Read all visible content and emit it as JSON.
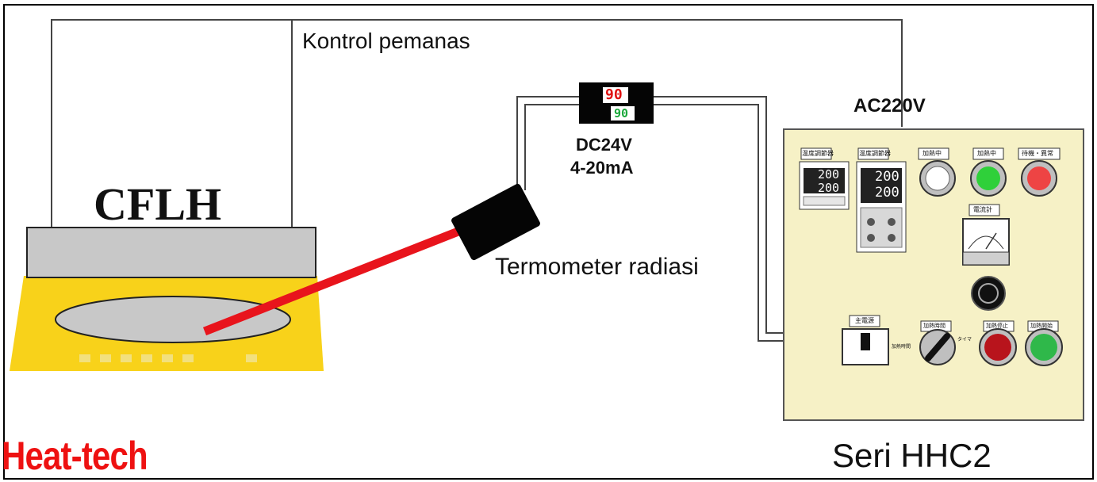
{
  "labels": {
    "heater_control": "Kontrol pemanas",
    "power_supply": "AC220V",
    "signal_voltage": "DC24V",
    "signal_current": "4-20mA",
    "heater_name": "CFLH",
    "thermometer": "Termometer radiasi",
    "controller_series": "Seri HHC2",
    "brand": "Heat-tech"
  },
  "meter": {
    "red_value": "90",
    "green_value": "90"
  },
  "controller": {
    "controller1_label": "温度調節器",
    "controller2_label": "温度調節器",
    "controller1_pv": "200",
    "controller1_sv": "200",
    "controller2_pv": "200",
    "controller2_sv": "200",
    "lamp1_label": "加熱中",
    "lamp2_label": "加熱中",
    "lamp3_label": "待機・異常",
    "ammeter_label": "電流計",
    "main_power_label": "主電源",
    "selector_label": "加熱時間",
    "selector_left": "加熱時間",
    "selector_right": "タイマ",
    "stop_label": "加熱停止",
    "start_label": "加熱開始"
  },
  "colors": {
    "brand_red": "#ee1111",
    "laser_red": "#e8141c",
    "heater_yellow": "#f8d21a",
    "panel_beige": "#f6f1c6",
    "lamp_green": "#2fd03a",
    "lamp_red": "#ee4444"
  }
}
